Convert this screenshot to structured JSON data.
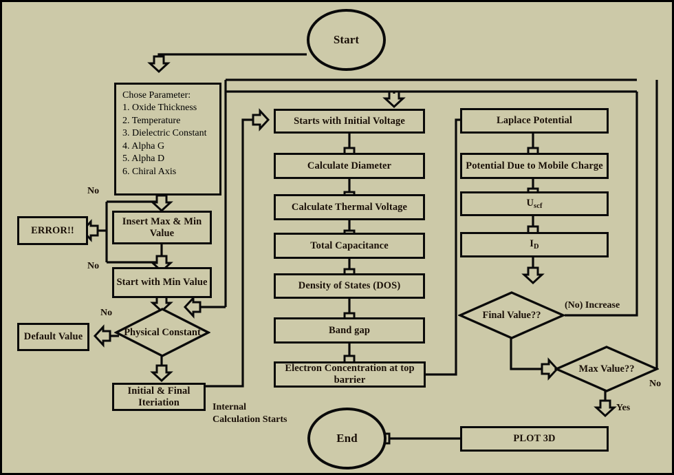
{
  "diagram": {
    "title": "CNTFET simulation flowchart",
    "background_color": "#ccc9a8",
    "line_color": "#0a0a0a",
    "text_color": "#1a1008"
  },
  "terminals": {
    "start": "Start",
    "end": "End"
  },
  "parameter_box": {
    "heading": "Chose Parameter:",
    "items": [
      "1. Oxide Thickness",
      "2. Temperature",
      "3. Dielectric Constant",
      "4. Alpha G",
      "5. Alpha D",
      "6. Chiral Axis"
    ]
  },
  "left_column": {
    "error": "ERROR!!",
    "insert_values": "Insert Max & Min Value",
    "start_min": "Start with Min Value",
    "default_value": "Default Value",
    "physical_constant": "Physical Constant",
    "iteration": "Initial & Final Iteriation"
  },
  "middle_column": [
    "Starts with Initial Voltage",
    "Calculate Diameter",
    "Calculate Thermal Voltage",
    "Total Capacitance",
    "Density of States (DOS)",
    "Band gap",
    "Electron Concentration at top barrier"
  ],
  "right_column": [
    "Laplace Potential",
    "Potential Due to Mobile Charge",
    "Uscf",
    "ID"
  ],
  "right_column_markup": {
    "uscf_base": "U",
    "uscf_sub": "scf",
    "id_base": "I",
    "id_sub": "D"
  },
  "decisions": {
    "physical_constant": "Physical Constant",
    "final_value": "Final Value??",
    "max_value": "Max Value??"
  },
  "bottom": {
    "plot_3d": "PLOT 3D"
  },
  "edge_labels": {
    "no_error": "No",
    "no_start_min": "No",
    "no_default": "No",
    "no_increase": "(No) Increase",
    "no_max": "No",
    "yes_max": "Yes",
    "internal_calculation_line1": "Internal",
    "internal_calculation_line2": "Calculation Starts"
  }
}
